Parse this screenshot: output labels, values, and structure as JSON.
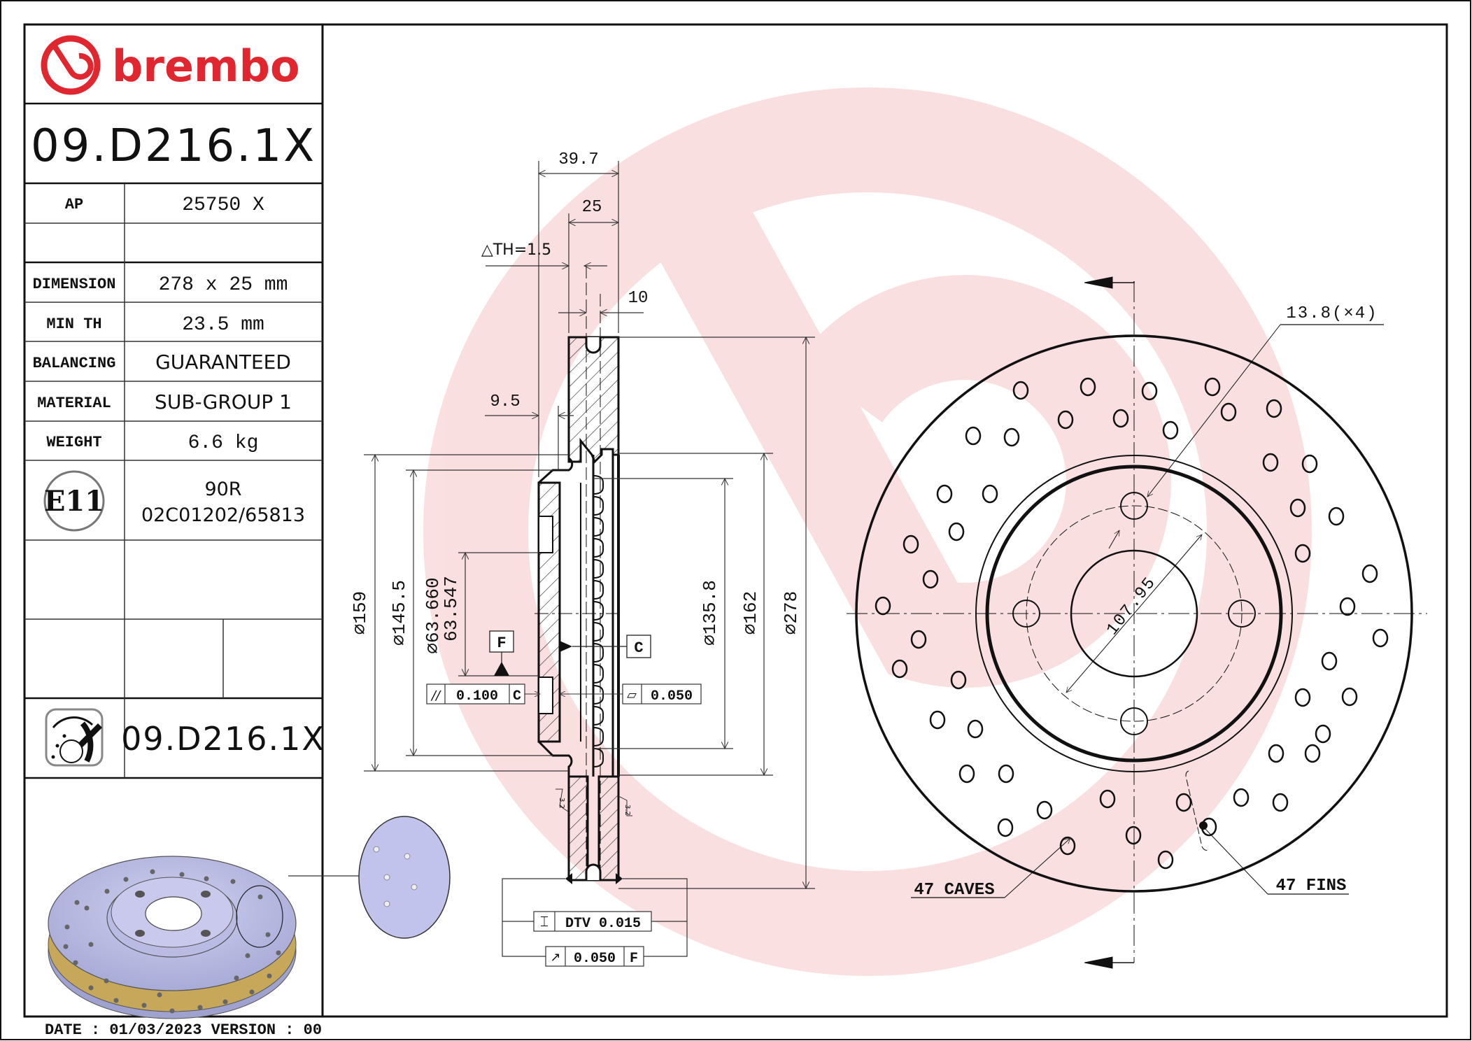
{
  "title_block": {
    "brand": "brembo",
    "brand_color": "#e0262e",
    "part_number": "09.D216.1X",
    "rows": [
      {
        "label": "AP",
        "value": "25750 X"
      },
      {
        "label": "",
        "value": ""
      },
      {
        "label": "DIMENSION",
        "value": "278 x 25 mm"
      },
      {
        "label": "MIN TH",
        "value": "23.5 mm"
      },
      {
        "label": "BALANCING",
        "value": "GUARANTEED"
      },
      {
        "label": "MATERIAL",
        "value": "SUB-GROUP 1"
      },
      {
        "label": "WEIGHT",
        "value": "6.6 kg"
      }
    ],
    "approval": {
      "mark": "E11",
      "regulation": "90R",
      "number": "02C01202/65813"
    },
    "icon_part_number": "09.D216.1X",
    "footer": "DATE : 01/03/2023 VERSION : 00"
  },
  "section_view": {
    "dims": {
      "overall_width": "39.7",
      "thickness": "25",
      "delta_th": "△TH=1.5",
      "vane": "10",
      "hat_offset": "9.5",
      "d159": "⌀159",
      "d145": "⌀145.5",
      "bore_max": "⌀63.660",
      "bore_min": "63.547",
      "d135": "⌀135.8",
      "d162": "⌀162",
      "d278": "⌀278"
    },
    "datums": {
      "f": "F",
      "c": "C"
    },
    "tolerances": {
      "parallelism": {
        "symbol": "//",
        "value": "0.100",
        "datum": "C"
      },
      "flatness": {
        "symbol": "▱",
        "value": "0.050"
      },
      "dtv": {
        "symbol": "⌶",
        "value": "DTV 0.015"
      },
      "runout": {
        "symbol": "↗",
        "value": "0.050",
        "datum": "F"
      }
    },
    "roughness": "3.2"
  },
  "front_view": {
    "bolt_hole": "13.8(×4)",
    "pcd": "107.95",
    "caves": "47 CAVES",
    "fins": "47 FINS"
  }
}
